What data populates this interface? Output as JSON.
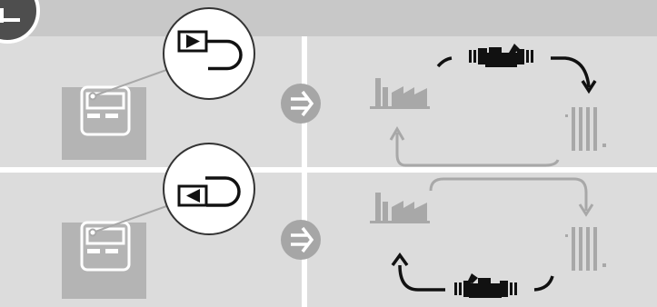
{
  "icons": {
    "corner_badge": "device-menu-icon",
    "arrow": "double-arrow-right-icon",
    "factory": "factory-icon",
    "radiator": "radiator-icon",
    "flow_meter": "flow-meter-icon",
    "direction_forward": "flow-direction-forward-icon",
    "direction_reverse": "flow-direction-reverse-icon"
  },
  "rows": [
    {
      "id": "row-top",
      "installation_symbol": "forward",
      "meter_position": "supply-line",
      "flow_direction": "clockwise"
    },
    {
      "id": "row-bottom",
      "installation_symbol": "reverse",
      "meter_position": "return-line",
      "flow_direction": "counter-clockwise"
    }
  ],
  "colors": {
    "header": "#c8c8c8",
    "panel": "#dcdcdc",
    "divider": "#bdbdbd",
    "device": "#b4b4b4",
    "icon_gray": "#a8a8a8",
    "icon_dark": "#111111",
    "circle_fill": "#ffffff",
    "corner_badge": "#4e4e4e"
  }
}
